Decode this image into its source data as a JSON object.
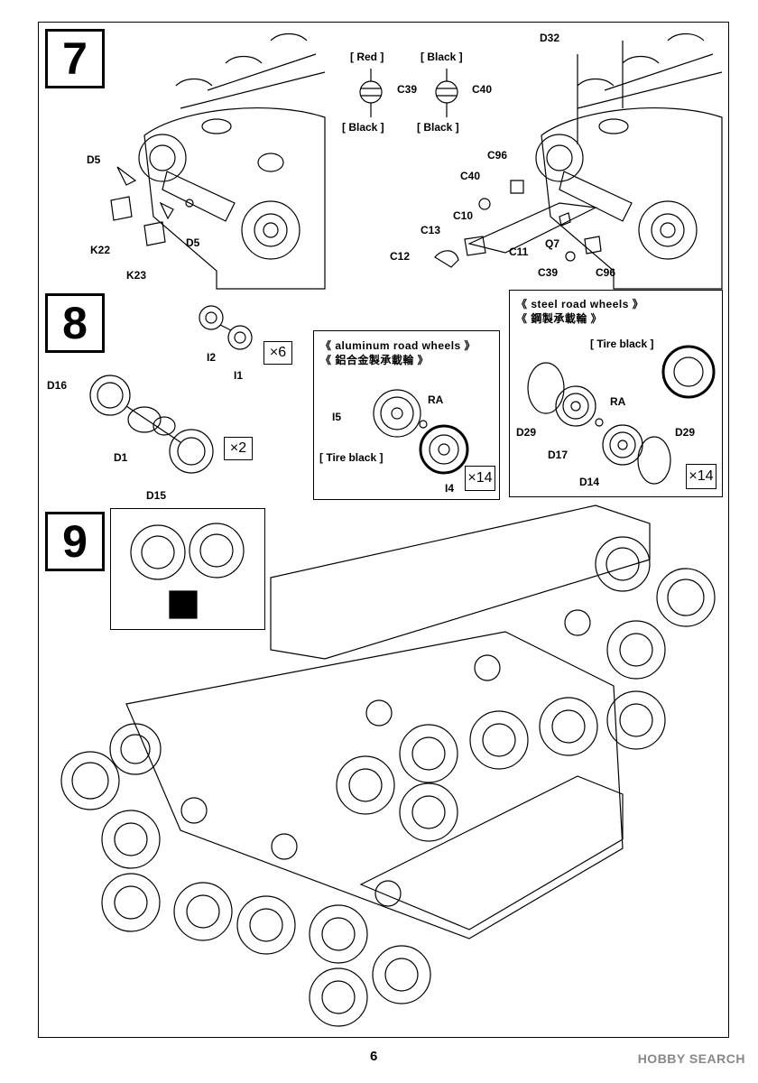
{
  "steps": {
    "step7": "7",
    "step8": "8",
    "step9": "9"
  },
  "step7": {
    "left_labels": {
      "d5_top": "D5",
      "d5_bottom": "D5",
      "k22": "K22",
      "k23": "K23"
    },
    "color_callouts": {
      "red": "[ Red ]",
      "black1": "[ Black ]",
      "black2": "[ Black ]",
      "black3": "[ Black ]",
      "c39": "C39",
      "c40": "C40"
    },
    "right_labels": {
      "d32": "D32",
      "c96_top": "C96",
      "c40": "C40",
      "c10": "C10",
      "c13": "C13",
      "c12": "C12",
      "c11": "C11",
      "q7": "Q7",
      "c39": "C39",
      "c96_bottom": "C96"
    }
  },
  "step8": {
    "wheel_parts": {
      "i2": "I2",
      "i1": "I1",
      "qty": "×6"
    },
    "sprocket_parts": {
      "d16": "D16",
      "d1": "D1",
      "d15": "D15",
      "qty": "×2"
    },
    "aluminum": {
      "header_en": "《 aluminum road wheels 》",
      "header_jp": "《 鋁合金製承載輪 》",
      "i5": "I5",
      "ra": "RA",
      "tire": "[ Tire black ]",
      "i4": "I4",
      "qty": "×14"
    },
    "steel": {
      "header_en": "《 steel road wheels 》",
      "header_jp": "《 鋼製承載輪 》",
      "tire": "[ Tire black ]",
      "ra": "RA",
      "d29_left": "D29",
      "d17": "D17",
      "d14": "D14",
      "d29_right": "D29",
      "qty": "×14"
    }
  },
  "page_number": "6",
  "watermark": "HOBBY SEARCH",
  "colors": {
    "ink": "#000000",
    "watermark": "#888888"
  }
}
